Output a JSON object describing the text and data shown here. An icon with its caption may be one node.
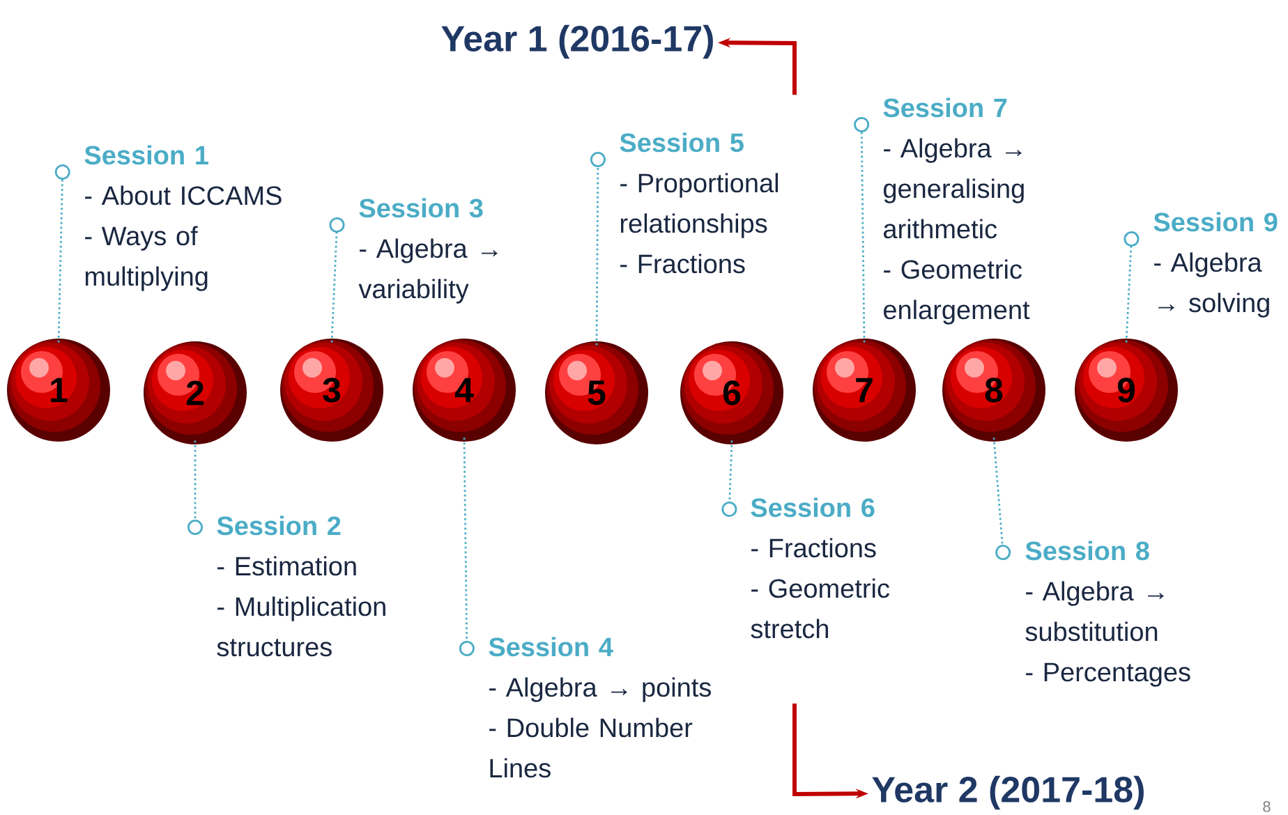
{
  "diagram": {
    "nodes": [
      {
        "text": [
          "Year 1 (2016-17)"
        ]
      },
      {
        "text": [
          "1"
        ]
      },
      {
        "text": [
          "2"
        ]
      },
      {
        "text": [
          "3"
        ]
      },
      {
        "text": [
          "4"
        ]
      },
      {
        "text": [
          "5"
        ]
      },
      {
        "text": [
          "6"
        ]
      },
      {
        "text": [
          "7"
        ]
      },
      {
        "text": [
          "8"
        ]
      },
      {
        "text": [
          "9"
        ]
      },
      {
        "text": [
          "Session 1",
          "- About ICCAMS",
          "- Ways of multiplying"
        ]
      },
      {
        "text": [
          "Session 2",
          "- Estimation",
          "- Multiplication structures"
        ]
      },
      {
        "text": [
          "Session 3",
          "- Algebra → variability"
        ]
      },
      {
        "text": [
          "Session 4",
          "- Algebra → points",
          "- Double Number Lines"
        ]
      },
      {
        "text": [
          "Session 5",
          "- Proportional relationships",
          "- Fractions"
        ]
      },
      {
        "text": [
          "Session 6",
          "- Fractions",
          "- Geometric stretch"
        ]
      },
      {
        "text": [
          "Session 7",
          "- Algebra → generalising arithmetic",
          "- Geometric enlargement"
        ]
      },
      {
        "text": [
          "Session 8",
          "- Algebra → substitution",
          "- Percentages"
        ]
      },
      {
        "text": [
          "Session 9",
          "- Algebra → solving"
        ]
      },
      {
        "text": [
          "Year 2 (2017-18)"
        ]
      }
    ],
    "edges": [
      {
        "from": 1,
        "to": 10,
        "arrow": "other",
        "style": "dashed"
      },
      {
        "from": 2,
        "to": 11,
        "arrow": "other",
        "style": "dashed"
      },
      {
        "from": 3,
        "to": 12,
        "arrow": "other",
        "style": "dashed"
      },
      {
        "from": 4,
        "to": 13,
        "arrow": "other",
        "style": "dashed"
      },
      {
        "from": 5,
        "to": 14,
        "arrow": "other",
        "style": "dashed"
      },
      {
        "from": 6,
        "to": 15,
        "arrow": "other",
        "style": "dashed"
      },
      {
        "from": 7,
        "to": 16,
        "arrow": "other",
        "style": "dashed"
      },
      {
        "from": 8,
        "to": 17,
        "arrow": "other",
        "style": "dashed"
      },
      {
        "from": 9,
        "to": 18,
        "arrow": "other",
        "style": "dashed"
      },
      {
        "from": null,
        "to": 0,
        "arrow": "to",
        "style": "thick",
        "color": "#c00000"
      },
      {
        "from": null,
        "to": 19,
        "arrow": "to",
        "style": "thick",
        "color": "#c00000"
      }
    ],
    "labels": [
      "8"
    ]
  }
}
